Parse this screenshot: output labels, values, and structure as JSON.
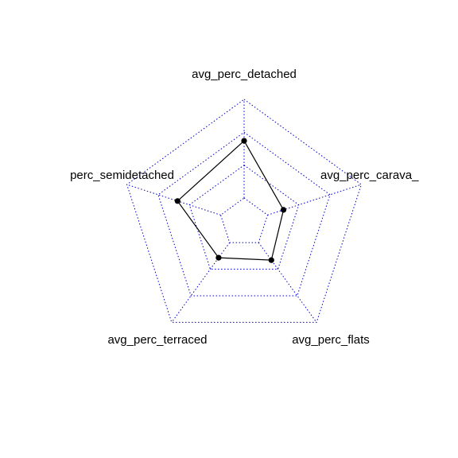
{
  "chart_data": {
    "type": "radar",
    "axes": [
      "avg_perc_detached",
      "avg_perc_carava_",
      "avg_perc_flats",
      "avg_perc_terraced",
      "perc_semidetached"
    ],
    "series": [
      {
        "values": [
          0.58,
          0.17,
          0.22,
          0.19,
          0.46
        ]
      }
    ],
    "rlim": [
      0,
      1
    ],
    "rings": 4,
    "grid": true,
    "colors": {
      "grid": "#0000cc",
      "series": "#000000"
    }
  }
}
